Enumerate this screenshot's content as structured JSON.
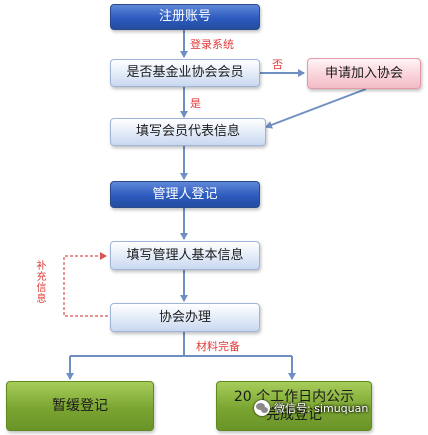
{
  "nodes": {
    "register_account": "注册账号",
    "is_member": "是否基金业协会会员",
    "apply_join": "申请加入协会",
    "fill_rep_info": "填写会员代表信息",
    "manager_register": "管理人登记",
    "fill_manager_info": "填写管理人基本信息",
    "association_process": "协会办理",
    "suspend_register": "暂缓登记",
    "publish_line1": "20 个工作日内公示",
    "publish_line2": "完成登记"
  },
  "labels": {
    "login_system": "登录系统",
    "no": "否",
    "yes": "是",
    "supplement_info": "补充信息",
    "materials_complete": "材料完备"
  },
  "watermark": {
    "text": "微信号: simuquan"
  },
  "colors": {
    "light_box": "#dde7f6",
    "dark_box": "#2d5bbf",
    "pink_box": "#f8ccd4",
    "green_box": "#7aa531",
    "arrow": "#6f8fc2",
    "label_red": "#e23b3b"
  }
}
